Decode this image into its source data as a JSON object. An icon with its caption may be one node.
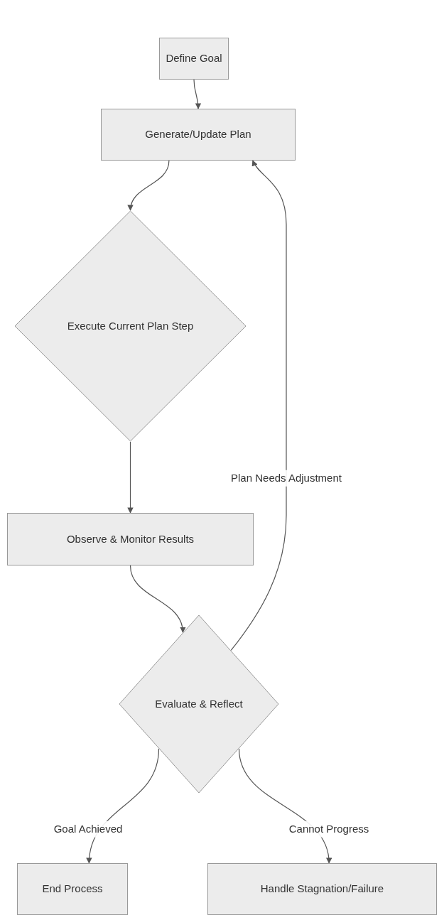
{
  "diagram": {
    "nodes": [
      {
        "text": [
          "Define Goal"
        ]
      },
      {
        "text": [
          "Generate/Update Plan"
        ]
      },
      {
        "text": [
          "Execute Current Plan Step"
        ]
      },
      {
        "text": [
          "Observe & Monitor Results"
        ]
      },
      {
        "text": [
          "Evaluate & Reflect"
        ]
      },
      {
        "text": [
          "End Process"
        ]
      },
      {
        "text": [
          "Handle Stagnation/Failure"
        ]
      }
    ],
    "edges": [
      {
        "from": 0,
        "to": 1,
        "arrow": "to"
      },
      {
        "from": 1,
        "to": 2,
        "arrow": "to"
      },
      {
        "from": 2,
        "to": 3,
        "arrow": "to"
      },
      {
        "from": 3,
        "to": 4,
        "arrow": "to"
      },
      {
        "from": 4,
        "to": 1,
        "arrow": "to",
        "label": "Plan Needs Adjustment"
      },
      {
        "from": 4,
        "to": 5,
        "arrow": "to",
        "label": "Goal Achieved"
      },
      {
        "from": 4,
        "to": 6,
        "arrow": "to",
        "label": "Cannot Progress"
      }
    ]
  }
}
